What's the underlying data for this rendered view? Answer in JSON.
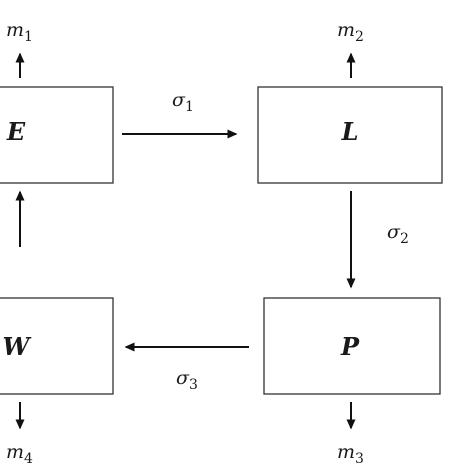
{
  "compartments": {
    "E": "E",
    "L": "L",
    "P": "P",
    "W": "W"
  },
  "transitions": {
    "sigma1": {
      "symbol": "σ",
      "index": "1"
    },
    "sigma2": {
      "symbol": "σ",
      "index": "2"
    },
    "sigma3": {
      "symbol": "σ",
      "index": "3"
    }
  },
  "mortality": {
    "m1": {
      "symbol": "m",
      "index": "1"
    },
    "m2": {
      "symbol": "m",
      "index": "2"
    },
    "m3": {
      "symbol": "m",
      "index": "3"
    },
    "m4": {
      "symbol": "m",
      "index": "4"
    }
  },
  "colors": {
    "stroke": "#333333",
    "arrow": "#111111"
  }
}
